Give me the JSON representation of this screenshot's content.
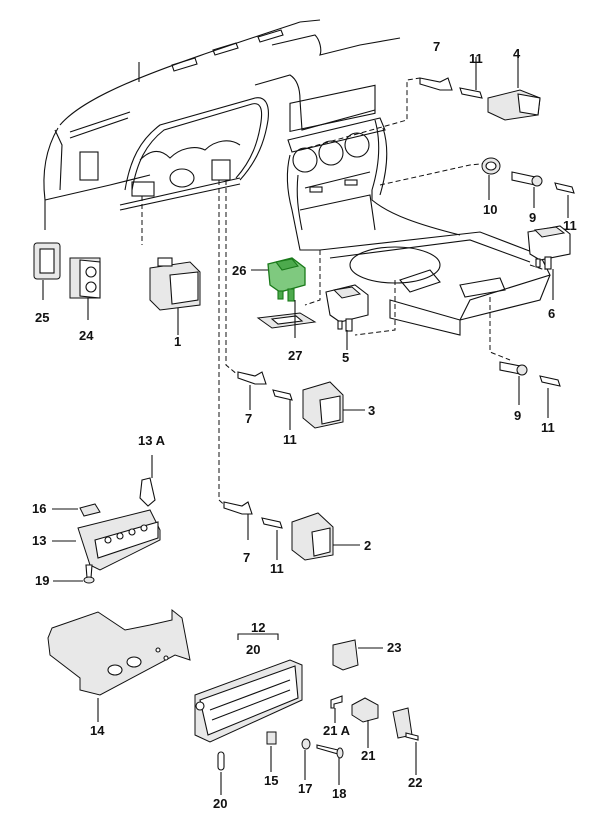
{
  "diagram": {
    "title": "Switches and fuse/relay box exploded parts diagram",
    "highlight_color": "#7fc97f",
    "highlighted_part": "26",
    "callouts": [
      {
        "id": "c1",
        "text": "1"
      },
      {
        "id": "c2",
        "text": "2"
      },
      {
        "id": "c3",
        "text": "3"
      },
      {
        "id": "c4",
        "text": "4"
      },
      {
        "id": "c5",
        "text": "5"
      },
      {
        "id": "c6",
        "text": "6"
      },
      {
        "id": "c7a",
        "text": "7"
      },
      {
        "id": "c7b",
        "text": "7"
      },
      {
        "id": "c7c",
        "text": "7"
      },
      {
        "id": "c9a",
        "text": "9"
      },
      {
        "id": "c9b",
        "text": "9"
      },
      {
        "id": "c10",
        "text": "10"
      },
      {
        "id": "c11a",
        "text": "11"
      },
      {
        "id": "c11b",
        "text": "11"
      },
      {
        "id": "c11c",
        "text": "11"
      },
      {
        "id": "c11d",
        "text": "11"
      },
      {
        "id": "c11e",
        "text": "11"
      },
      {
        "id": "c12",
        "text": "12"
      },
      {
        "id": "c12sub",
        "text": "20"
      },
      {
        "id": "c13",
        "text": "13"
      },
      {
        "id": "c13a",
        "text": "13 A"
      },
      {
        "id": "c14",
        "text": "14"
      },
      {
        "id": "c15",
        "text": "15"
      },
      {
        "id": "c16",
        "text": "16"
      },
      {
        "id": "c17",
        "text": "17"
      },
      {
        "id": "c18",
        "text": "18"
      },
      {
        "id": "c19",
        "text": "19"
      },
      {
        "id": "c20",
        "text": "20"
      },
      {
        "id": "c21",
        "text": "21"
      },
      {
        "id": "c21a",
        "text": "21 A"
      },
      {
        "id": "c22",
        "text": "22"
      },
      {
        "id": "c23",
        "text": "23"
      },
      {
        "id": "c24",
        "text": "24"
      },
      {
        "id": "c25",
        "text": "25"
      },
      {
        "id": "c26",
        "text": "26"
      },
      {
        "id": "c27",
        "text": "27"
      }
    ]
  }
}
